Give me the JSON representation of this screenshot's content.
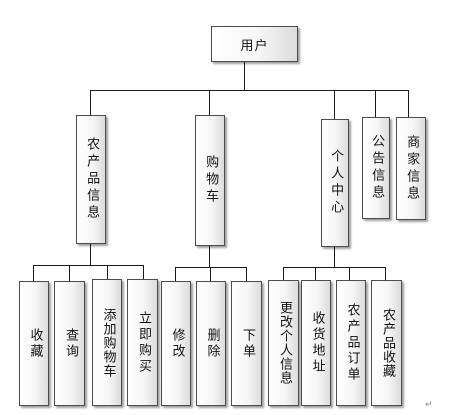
{
  "root": {
    "label": "用户"
  },
  "categories": [
    {
      "id": "products",
      "label": "农产品信息",
      "children": [
        {
          "id": "favorite",
          "label": "收藏"
        },
        {
          "id": "query",
          "label": "查询"
        },
        {
          "id": "add-to-cart",
          "label": "添加购物车"
        },
        {
          "id": "buy-now",
          "label": "立即购买"
        }
      ]
    },
    {
      "id": "cart",
      "label": "购物车",
      "children": [
        {
          "id": "modify",
          "label": "修改"
        },
        {
          "id": "delete",
          "label": "删除"
        },
        {
          "id": "order",
          "label": "下单"
        }
      ]
    },
    {
      "id": "personal-center",
      "label": "个人中心",
      "children": [
        {
          "id": "edit-profile",
          "label": "更改个人信息"
        },
        {
          "id": "shipping-address",
          "label": "收货地址"
        },
        {
          "id": "product-orders",
          "label": "农产品订单"
        },
        {
          "id": "product-favorites",
          "label": "农产品收藏"
        }
      ]
    },
    {
      "id": "announcements",
      "label": "公告信息",
      "children": []
    },
    {
      "id": "merchants",
      "label": "商家信息",
      "children": []
    }
  ],
  "footer": {
    "return_mark": "↵"
  },
  "colors": {
    "line": "#1a1a1a",
    "border": "#4d4d4d"
  }
}
